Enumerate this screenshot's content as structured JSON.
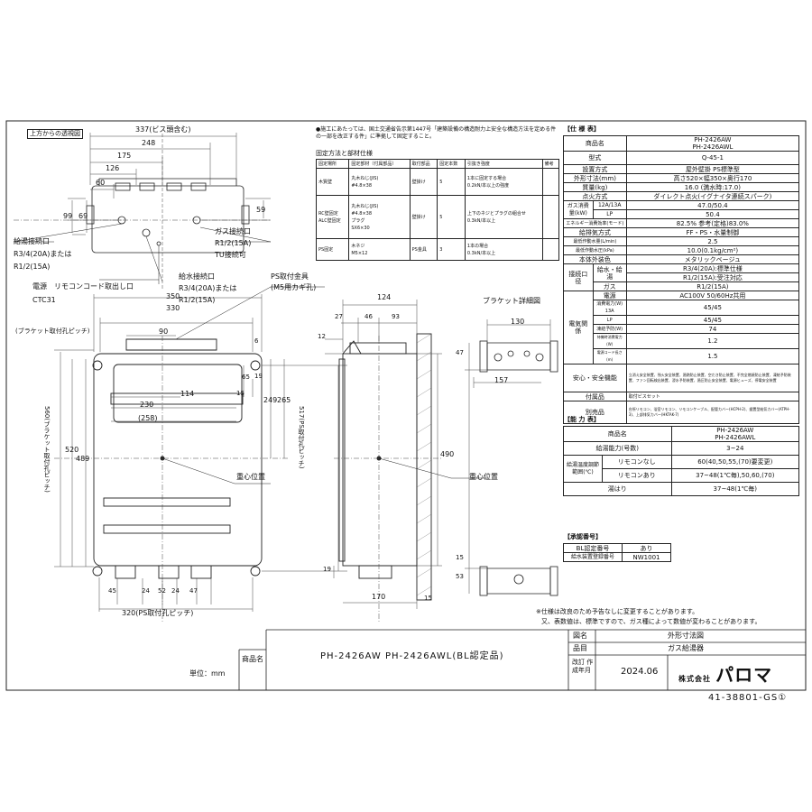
{
  "drawing": {
    "views": {
      "top_view_label": "上方からの透視図",
      "bracket_detail_label": "ブラケット詳細図",
      "ps_fitting_label": "PS取付金具",
      "ps_fitting_sub": "(M5用カギ孔)",
      "bracket_pitch_label": "(ブラケット取付孔ピッチ)",
      "bracket_pitch_vertical": "560(ブラケット取付孔ピッチ)",
      "ps_pitch_vertical": "517(PS取付孔ピッチ)",
      "ps_pitch_horizontal": "320(PS取付孔ピッチ)",
      "center_of_gravity_1": "重心位置",
      "center_of_gravity_2": "重心位置"
    },
    "dimensions": {
      "d337": "337(ビス頭含む)",
      "d248": "248",
      "d175": "175",
      "d126": "126",
      "d60": "60",
      "d69": "69",
      "d99": "99",
      "d59": "59",
      "d350": "350",
      "d330": "330",
      "d90": "90",
      "d6": "6",
      "d19": "19",
      "d114": "114",
      "d15": "15",
      "d65": "65",
      "d249": "249",
      "d265": "265",
      "d230": "230",
      "d258": "(258)",
      "d520": "520",
      "d489": "489",
      "d45": "45",
      "d24": "24",
      "d52": "52",
      "d47": "47",
      "d24b": "24",
      "d124": "124",
      "d27": "27",
      "d46": "46",
      "d93": "93",
      "d12": "12",
      "d490": "490",
      "d15b": "15",
      "d170": "170",
      "d19b": "19",
      "d15c": "15",
      "d130": "130",
      "d157": "157",
      "d47b": "47",
      "d53": "53",
      "d15d": "15"
    },
    "connections": {
      "gas": "ガス接続口",
      "gas_spec1": "R1/2(15A)",
      "gas_spec2": "TU接続可",
      "hot_water": "給湯接続口",
      "hot_water_spec1": "R3/4(20A)または",
      "hot_water_spec2": "R1/2(15A)",
      "cold_water": "給水接続口",
      "cold_water_spec1": "R3/4(20A)または",
      "cold_water_spec2": "R1/2(15A)",
      "power": "電源",
      "remote_outlet": "リモコンコード取出し口",
      "ctc": "CTC31"
    },
    "unit_label": "単位：mm"
  },
  "notes": {
    "intro": "●施工にあたっては、国土交通省告示第1447号「建築設備の構造耐力上安全な構造方法を定める件の一部を改正する件」に準拠して固定すること。",
    "table_title": "固定方法と部材仕様",
    "headers": [
      "固定場所",
      "固定部材（付属部品）",
      "取付部品",
      "固定本数",
      "引抜き強度",
      "備考"
    ],
    "rows": [
      [
        "木質壁",
        "丸木ねじ(JIS)\n#4.8×38",
        "壁掛け",
        "5",
        "1本に固定する場合\n0.2kN/本以上の強度",
        ""
      ],
      [
        "RC壁固定\nALC壁固定",
        "丸木ねじ(JIS)\n#4.8×38\nプラグ\nSX6×30",
        "壁掛け",
        "5",
        "上下のネジとプラグの組合せ\n0.3kN/本以上",
        ""
      ],
      [
        "PS固定",
        "木ネジ\nM5×12",
        "PS金具",
        "3",
        "1本の場合\n0.3kN/本以上",
        ""
      ]
    ]
  },
  "spec": {
    "title": "【仕 様 表】",
    "model_label": "商品名",
    "model_values": [
      "PH-2426AW",
      "PH-2426AWL"
    ],
    "type_label": "型式",
    "type_value": "Q-45-1",
    "rows": [
      {
        "label": "設置方式",
        "value": "屋外壁掛 PS標準型"
      },
      {
        "label": "外形寸法(mm)",
        "value": "高さ520×幅350×奥行170"
      },
      {
        "label": "質量(kg)",
        "value": "16.0 (満水時:17.0)"
      },
      {
        "label": "点火方式",
        "value": "ダイレクト点火(イグナイタ連続スパーク)"
      },
      {
        "label": "ガス消費量(kW)",
        "sub": "12A/13A",
        "value": "47.0/50.4"
      },
      {
        "label": "",
        "sub": "LP",
        "value": "50.4"
      },
      {
        "label": "エネルギー消費効率(モード)",
        "value": "82.5% 参考(定格)83.0%"
      },
      {
        "label": "給排気方式",
        "value": "FF・PS・水量制御"
      },
      {
        "label": "最低作動水量(L/min)",
        "value": "2.5"
      },
      {
        "label": "最低作動水圧(kPa)",
        "value": "10.0(0.1kg/cm²)"
      },
      {
        "label": "本体外装色",
        "value": "メタリックベージュ"
      },
      {
        "label": "接続口径",
        "sub": "給水・給湯",
        "value": "R3/4(20A):標準仕様"
      },
      {
        "label": "",
        "sub": "",
        "value": "R1/2(15A):受注対応"
      },
      {
        "label": "",
        "sub": "ガス",
        "value": "R1/2(15A)"
      },
      {
        "label": "電気関係",
        "sub": "電源",
        "value": "AC100V 50/60Hz共用"
      },
      {
        "label": "",
        "sub": "消費電力(W) 13A",
        "value": "45/45"
      },
      {
        "label": "",
        "sub": "LP",
        "value": "45/45"
      },
      {
        "label": "",
        "sub": "凍結予防(W)",
        "value": "74"
      },
      {
        "label": "",
        "sub": "待機時消費電力(W)",
        "value": "1.2"
      },
      {
        "label": "",
        "sub": "電源コード長さ(m)",
        "value": "1.5"
      }
    ],
    "safety_label": "安心・安全機能",
    "safety_text": "立消え安全装置、残火安全装置、過熱防止装置、空だき防止装置、不完全燃焼防止装置、凍結予防装置、ファン回転検出装置、浸水予防装置、過圧防止安全装置、電源ヒューズ、停電安全装置",
    "accessory_label": "付属品",
    "accessory_text": "取付ビスセット",
    "options_label": "別売品",
    "options_text": "台所リモコン、浴室リモコン、リモコンケーブル、配管カバー(HCPH-2)、据置型給気カバー(ATPH-3)、上部排気カバー(HKTAK-7)"
  },
  "capacity": {
    "title": "【能 力 表】",
    "model_label": "商品名",
    "model_values": [
      "PH-2426AW",
      "PH-2426AWL"
    ],
    "rows": [
      {
        "label": "給湯能力(号数)",
        "sub": "",
        "value": "3~24"
      },
      {
        "label": "給湯温度調節範囲(℃)",
        "sub": "リモコンなし",
        "value": "60(40,50,55,(70)要変更)"
      },
      {
        "label": "",
        "sub": "リモコンあり",
        "value": "37~48(1℃毎),50,60,(70)"
      },
      {
        "label": "湯はり",
        "sub": "",
        "value": "37~48(1℃毎)"
      }
    ]
  },
  "certification": {
    "title": "【承認番号】",
    "rows": [
      {
        "label": "BL認定番号",
        "value": "あり"
      },
      {
        "label": "給水装置登録番号",
        "value": "NW1001"
      }
    ]
  },
  "footnote": {
    "line1": "※仕様は改良のため予告なしに変更することがあります。",
    "line2": "又、表数値は、標準ですので、ガス種によって数値が変わることがあります。"
  },
  "title_block": {
    "drawing_label": "図名",
    "drawing_value": "外形寸法図",
    "product_label": "品目",
    "product_value": "ガス給湯器",
    "model_label": "商品名",
    "model_value": "PH-2426AW PH-2426AWL(BL認定品)",
    "date_label": "改訂 作成年月",
    "date_value": "2024.06",
    "company_prefix": "株式会社",
    "company_logo": "パロマ",
    "doc_number": "41-38801-GS①"
  }
}
